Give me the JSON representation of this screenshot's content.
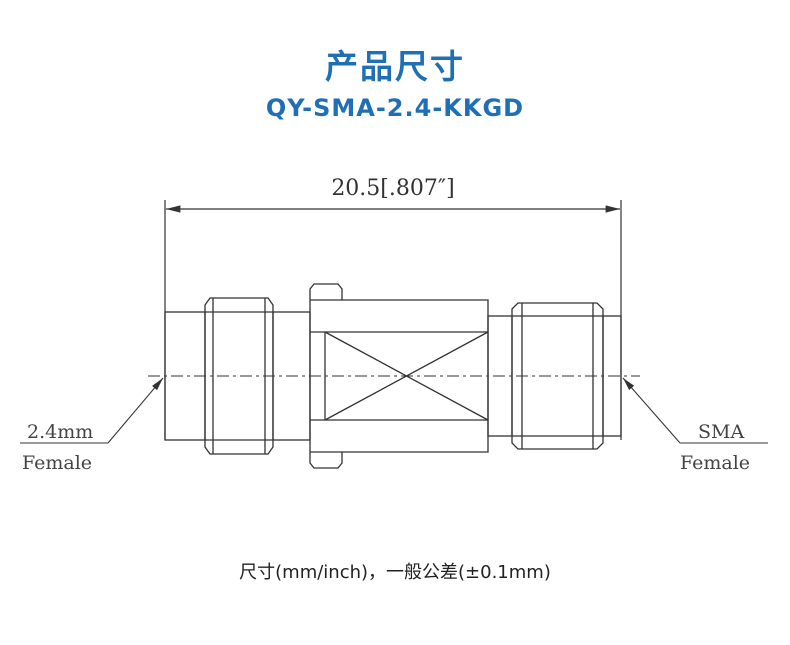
{
  "header": {
    "title": "产品尺寸",
    "model": "QY-SMA-2.4-KKGD"
  },
  "drawing": {
    "overall_length": "20.5[.807″]",
    "left_port": {
      "line1": "2.4mm",
      "line2": "Female"
    },
    "right_port": {
      "line1": "SMA",
      "line2": "Female"
    }
  },
  "footer": {
    "note": "尺寸(mm/inch)，一般公差(±0.1mm)"
  },
  "colors": {
    "title": "#1f6fb6",
    "line": "#333333"
  }
}
